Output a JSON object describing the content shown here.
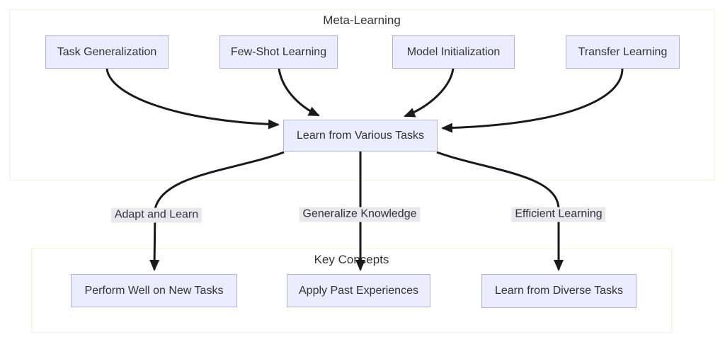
{
  "diagram_title": "Meta-Learning flowchart",
  "colors": {
    "background": "#ffffff",
    "text": "#333333",
    "node_fill": "#ececff",
    "node_border": "#b3b3e0",
    "cluster_border": "#f2f2de",
    "edge_stroke": "#1a1a1a",
    "edge_label_bg": "#e8e8ee"
  },
  "clusters": {
    "meta": {
      "label": "Meta-Learning"
    },
    "key": {
      "label": "Key Concepts"
    }
  },
  "nodes": {
    "task_generalization": {
      "label": "Task Generalization"
    },
    "few_shot_learning": {
      "label": "Few-Shot Learning"
    },
    "model_initialization": {
      "label": "Model Initialization"
    },
    "transfer_learning": {
      "label": "Transfer Learning"
    },
    "hub": {
      "label": "Learn from Various Tasks"
    },
    "perform_well": {
      "label": "Perform Well on New Tasks"
    },
    "apply_past": {
      "label": "Apply Past Experiences"
    },
    "learn_diverse": {
      "label": "Learn from Diverse Tasks"
    }
  },
  "edge_labels": {
    "adapt": {
      "label": "Adapt and Learn"
    },
    "generalize": {
      "label": "Generalize Knowledge"
    },
    "efficient": {
      "label": "Efficient Learning"
    }
  }
}
